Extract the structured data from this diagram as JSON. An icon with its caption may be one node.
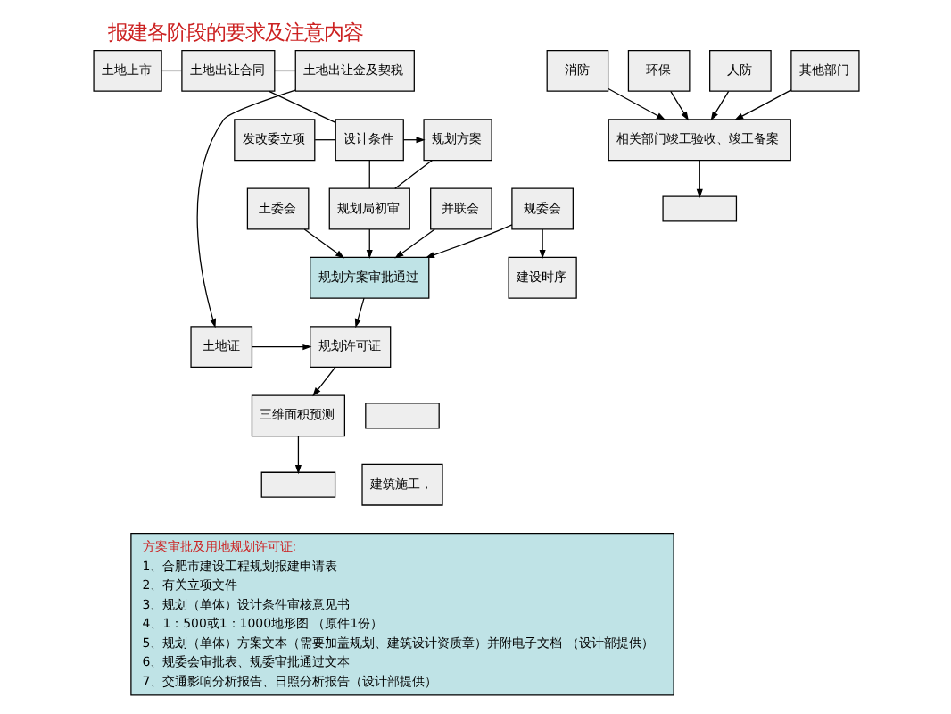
{
  "diagram": {
    "title": "报建各阶段的要求及注意内容",
    "nodes": [
      {
        "text": [
          "土地上市"
        ]
      },
      {
        "text": [
          "土地出让合同"
        ]
      },
      {
        "text": [
          "土地出让金及契税"
        ]
      },
      {
        "text": [
          "发改委立项"
        ]
      },
      {
        "text": [
          "设计条件"
        ]
      },
      {
        "text": [
          "规划方案"
        ]
      },
      {
        "text": [
          "土委会"
        ]
      },
      {
        "text": [
          "规划局初审"
        ]
      },
      {
        "text": [
          "并联会"
        ]
      },
      {
        "text": [
          "规委会"
        ]
      },
      {
        "text": [
          "消防"
        ]
      },
      {
        "text": [
          "环保"
        ]
      },
      {
        "text": [
          "人防"
        ]
      },
      {
        "text": [
          "其他部门"
        ]
      },
      {
        "text": [
          "规划方案审批通过"
        ]
      },
      {
        "text": [
          "建设时序"
        ]
      },
      {
        "text": [
          "规划许可证"
        ]
      },
      {
        "text": [
          "土地证"
        ]
      },
      {
        "text": [
          "三维面积预测"
        ]
      },
      {
        "text": [
          "建筑施工，"
        ]
      },
      {
        "text": [
          "相关部门竣工验收、竣工备案"
        ]
      },
      {
        "text": [
          "方案审批及用地规划许可证:",
          "1、合肥市建设工程规划报建申请表",
          "2、有关立项文件",
          "3、规划（单体）设计条件审核意见书",
          "4、1：500或1：1000地形图 （原件1份）",
          "5、规划（单体）方案文本（需要加盖规划、建筑设计资质章）并附电子文档 （设计部提供）",
          "6、规委会审批表、规委审批通过文本",
          "7、交通影响分析报告、日照分析报告（设计部提供）"
        ]
      },
      {
        "text": [],
        "shape": "box"
      },
      {
        "text": [],
        "shape": "box"
      },
      {
        "text": [],
        "shape": "box"
      }
    ],
    "edges": [
      {
        "from": 0,
        "to": 1,
        "arrow": "none"
      },
      {
        "from": 1,
        "to": 2,
        "arrow": "none"
      },
      {
        "from": 1,
        "to": 4,
        "arrow": "none"
      },
      {
        "from": 3,
        "to": 4,
        "arrow": "none"
      },
      {
        "from": 4,
        "to": 5,
        "arrow": "to"
      },
      {
        "from": 4,
        "to": 7,
        "arrow": "none"
      },
      {
        "from": 5,
        "to": 7,
        "arrow": "none"
      },
      {
        "from": 6,
        "to": 14,
        "arrow": "to"
      },
      {
        "from": 7,
        "to": 14,
        "arrow": "to"
      },
      {
        "from": 8,
        "to": 14,
        "arrow": "to"
      },
      {
        "from": 9,
        "to": 14,
        "arrow": "to"
      },
      {
        "from": 9,
        "to": 15,
        "arrow": "to"
      },
      {
        "from": 2,
        "to": 17,
        "arrow": "to"
      },
      {
        "from": 14,
        "to": 16,
        "arrow": "to"
      },
      {
        "from": 17,
        "to": 16,
        "arrow": "to"
      },
      {
        "from": 16,
        "to": 18,
        "arrow": "to"
      },
      {
        "from": 18,
        "to": 23,
        "arrow": "to"
      },
      {
        "from": 10,
        "to": 20,
        "arrow": "to"
      },
      {
        "from": 11,
        "to": 20,
        "arrow": "to"
      },
      {
        "from": 12,
        "to": 20,
        "arrow": "to"
      },
      {
        "from": 13,
        "to": 20,
        "arrow": "to"
      },
      {
        "from": 20,
        "to": 24,
        "arrow": "to"
      }
    ]
  }
}
